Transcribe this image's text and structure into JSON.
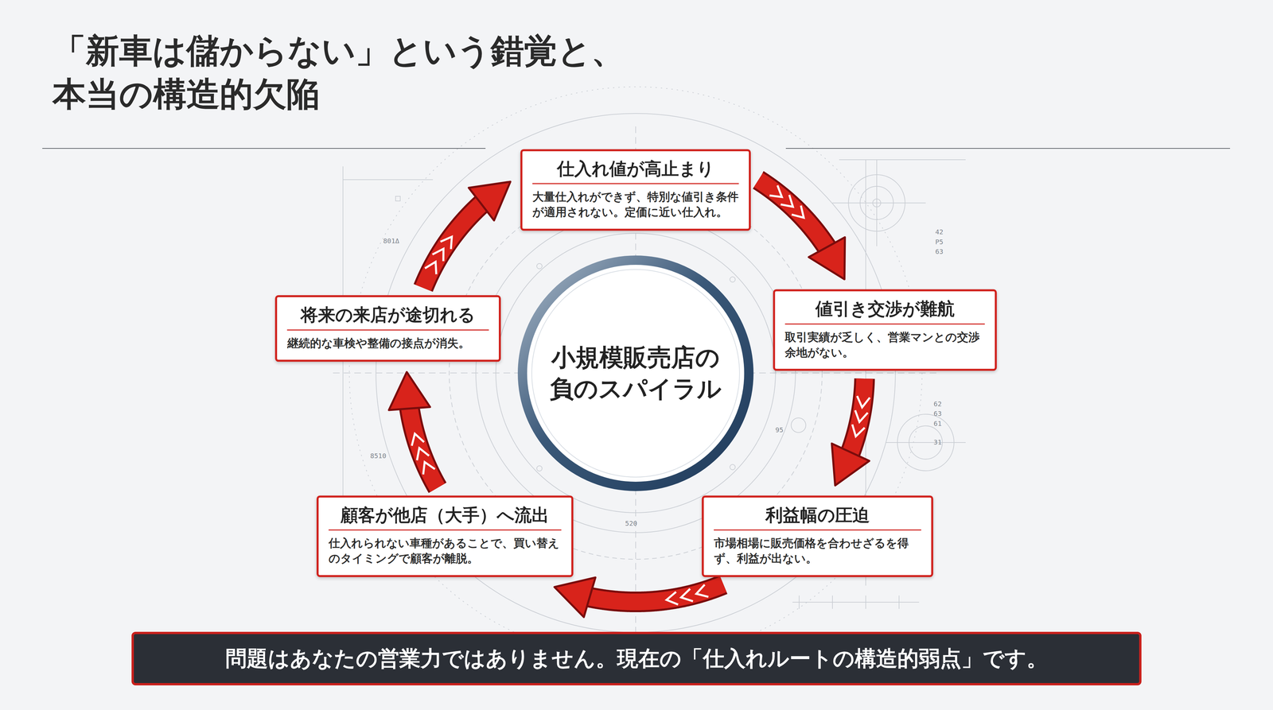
{
  "diagram": {
    "title": "「新車は儲からない」という錯覚と、 本当の構造的欠陥",
    "caption": "問題はあなたの営業力ではありません。現在の「仕入れルートの構造的弱点」です。",
    "nodes": [
      {
        "text": [
          "仕入れ値が高止まり",
          "大量仕入れができず、特別な値引き条件が適用されない。定価に近い仕入れ。"
        ]
      },
      {
        "text": [
          "値引き交渉が難航",
          "取引実績が乏しく、営業マンとの交渉余地がない。"
        ]
      },
      {
        "text": [
          "利益幅の圧迫",
          "市場相場に販売価格を合わせざるを得ず、利益が出ない。"
        ]
      },
      {
        "text": [
          "顧客が他店（大手）へ流出",
          "仕入れられない車種があることで、買い替えのタイミングで顧客が離脱。"
        ]
      },
      {
        "text": [
          "将来の来店が途切れる",
          "継続的な車検や整備の接点が消失。"
        ]
      },
      {
        "text": [
          "小規模販売店の 負のスパイラル"
        ]
      }
    ],
    "edges": [
      {
        "from": 0,
        "to": 1,
        "arrow": "to"
      },
      {
        "from": 1,
        "to": 2,
        "arrow": "to"
      },
      {
        "from": 2,
        "to": 3,
        "arrow": "to"
      },
      {
        "from": 3,
        "to": 4,
        "arrow": "to"
      },
      {
        "from": 4,
        "to": 0,
        "arrow": "to"
      }
    ],
    "labels": [
      "801Δ",
      "8510",
      "520",
      "95",
      "42",
      "P5",
      "63",
      "62",
      "63",
      "61",
      "31"
    ]
  }
}
